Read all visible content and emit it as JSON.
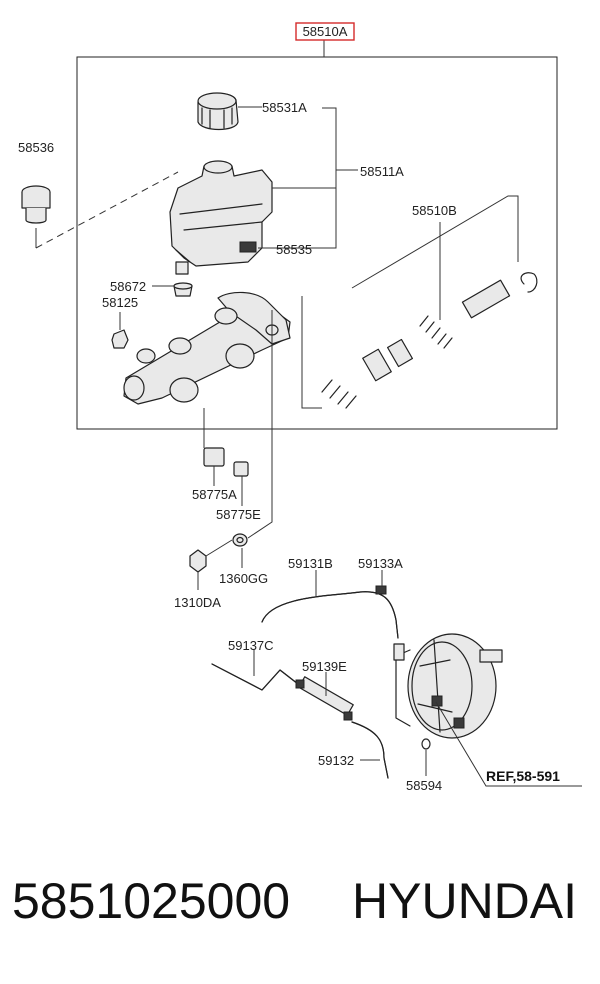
{
  "diagram": {
    "labels": {
      "assembly": "58510A",
      "cap": "58531A",
      "reservoir": "58511A",
      "grommet": "58536",
      "sensor": "58535",
      "piston_kit": "58510B",
      "seal": "58672",
      "bleeder": "58125",
      "plug_a": "58775A",
      "plug_e": "58775E",
      "nut": "1310DA",
      "washer": "1360GG",
      "hose_b": "59131B",
      "clamp_a": "59133A",
      "hose_c": "59137C",
      "valve_e": "59139E",
      "hose_132": "59132",
      "gasket": "58594",
      "booster_ref": "REF,58-591"
    },
    "accent_color": "#d42a2a"
  },
  "footer": {
    "part_number": "5851025000",
    "brand": "HYUNDAI"
  }
}
